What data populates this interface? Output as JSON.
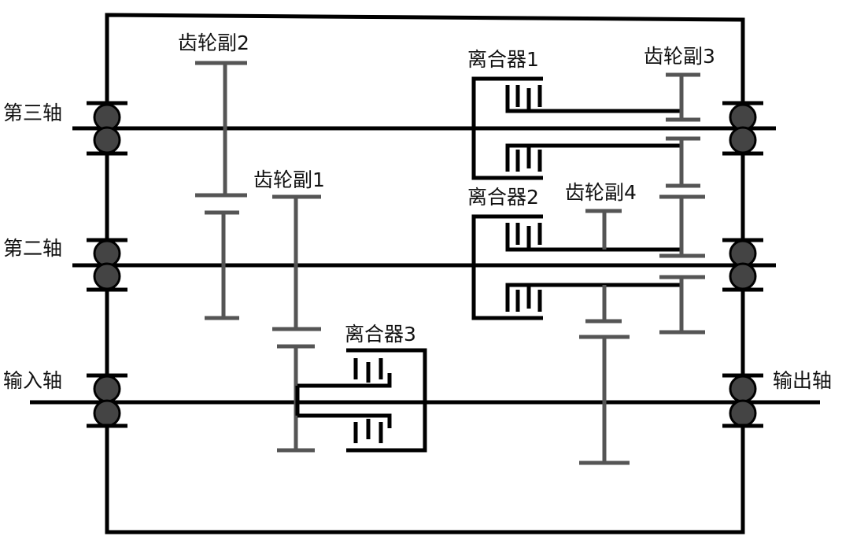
{
  "shafts": {
    "third": "第三轴",
    "second": "第二轴",
    "input": "输入轴",
    "output": "输出轴"
  },
  "gear_pairs": {
    "pair1": "齿轮副1",
    "pair2": "齿轮副2",
    "pair3": "齿轮副3",
    "pair4": "齿轮副4"
  },
  "clutches": {
    "clutch1": "离合器1",
    "clutch2": "离合器2",
    "clutch3": "离合器3"
  },
  "colors": {
    "line": "#000000",
    "gear": "#555555",
    "bearing": "#444444"
  }
}
